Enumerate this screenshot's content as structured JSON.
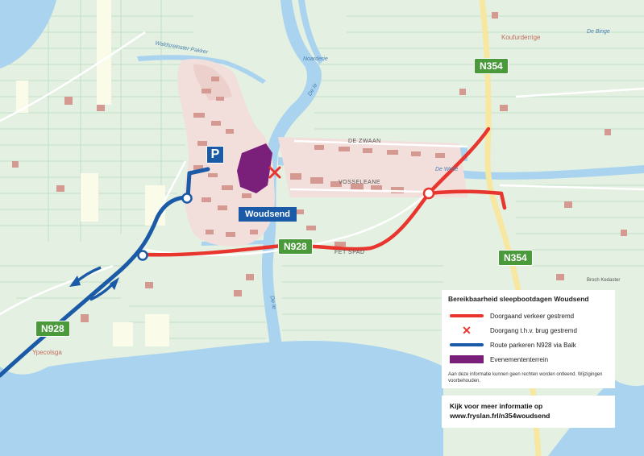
{
  "map": {
    "road_labels": {
      "n354_north": "N354",
      "n354_south": "N354",
      "n928_center": "N928",
      "n928_west": "N928"
    },
    "village": "Woudsend",
    "parking": "P",
    "water_labels": {
      "waldsreinster_pakker": "Waldsreinster Pakker",
      "noarderie": "Noarderie",
      "de_ie_north": "De Ie",
      "de_ie_south": "De Ie",
      "de_welle": "De Welle",
      "de_binge": "De Binge"
    },
    "street_labels": {
      "de_zwaan": "DE ZWAAN",
      "vosseleane": "VOSSELEANE",
      "fetsp": "FET SPAD"
    },
    "place_labels": {
      "koufurderrige": "Koufurderrige",
      "ypecolsga": "Ypecolsga",
      "broch_kedaster": "Broch Kedaster"
    },
    "colors": {
      "closed_road": "#e8352e",
      "parking_route": "#1a5aa6",
      "event_area": "#7a1f7a",
      "water": "#a9d3ee",
      "land": "#e4f0e1"
    }
  },
  "legend": {
    "title": "Bereikbaarheid sleepbootdagen Woudsend",
    "items": [
      {
        "symbol": "line",
        "color": "#e8352e",
        "label": "Doorgaand verkeer gestremd"
      },
      {
        "symbol": "cross",
        "color": "#e8352e",
        "label": "Doorgang t.h.v. brug gestremd"
      },
      {
        "symbol": "line",
        "color": "#1a5aa6",
        "label": "Route parkeren N928 via Balk"
      },
      {
        "symbol": "area",
        "color": "#7a1f7a",
        "label": "Evenemententerrein"
      }
    ],
    "note": "Aan deze informatie kunnen geen rechten worden ontleend. Wijzigingen voorbehouden."
  },
  "info": {
    "line1": "Kijk voor meer informatie op",
    "line2": "www.fryslan.frl/n354woudsend"
  }
}
